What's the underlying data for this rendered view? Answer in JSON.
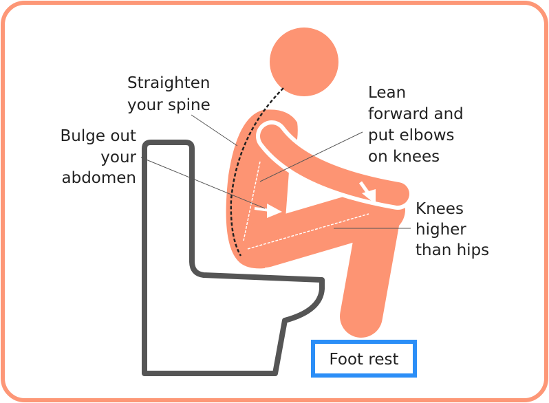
{
  "colors": {
    "frame": "#fd9777",
    "figure": "#fd9473",
    "toilet": "#555555",
    "footrest": "#2b8ef7",
    "text": "#222222"
  },
  "labels": {
    "spine": [
      "Straighten",
      "your spine"
    ],
    "abdomen": [
      "Bulge out",
      "your",
      "abdomen"
    ],
    "lean": [
      "Lean",
      "forward and",
      "put elbows",
      "on knees"
    ],
    "knees": [
      "Knees",
      "higher",
      "than hips"
    ],
    "footrest": "Foot rest"
  }
}
